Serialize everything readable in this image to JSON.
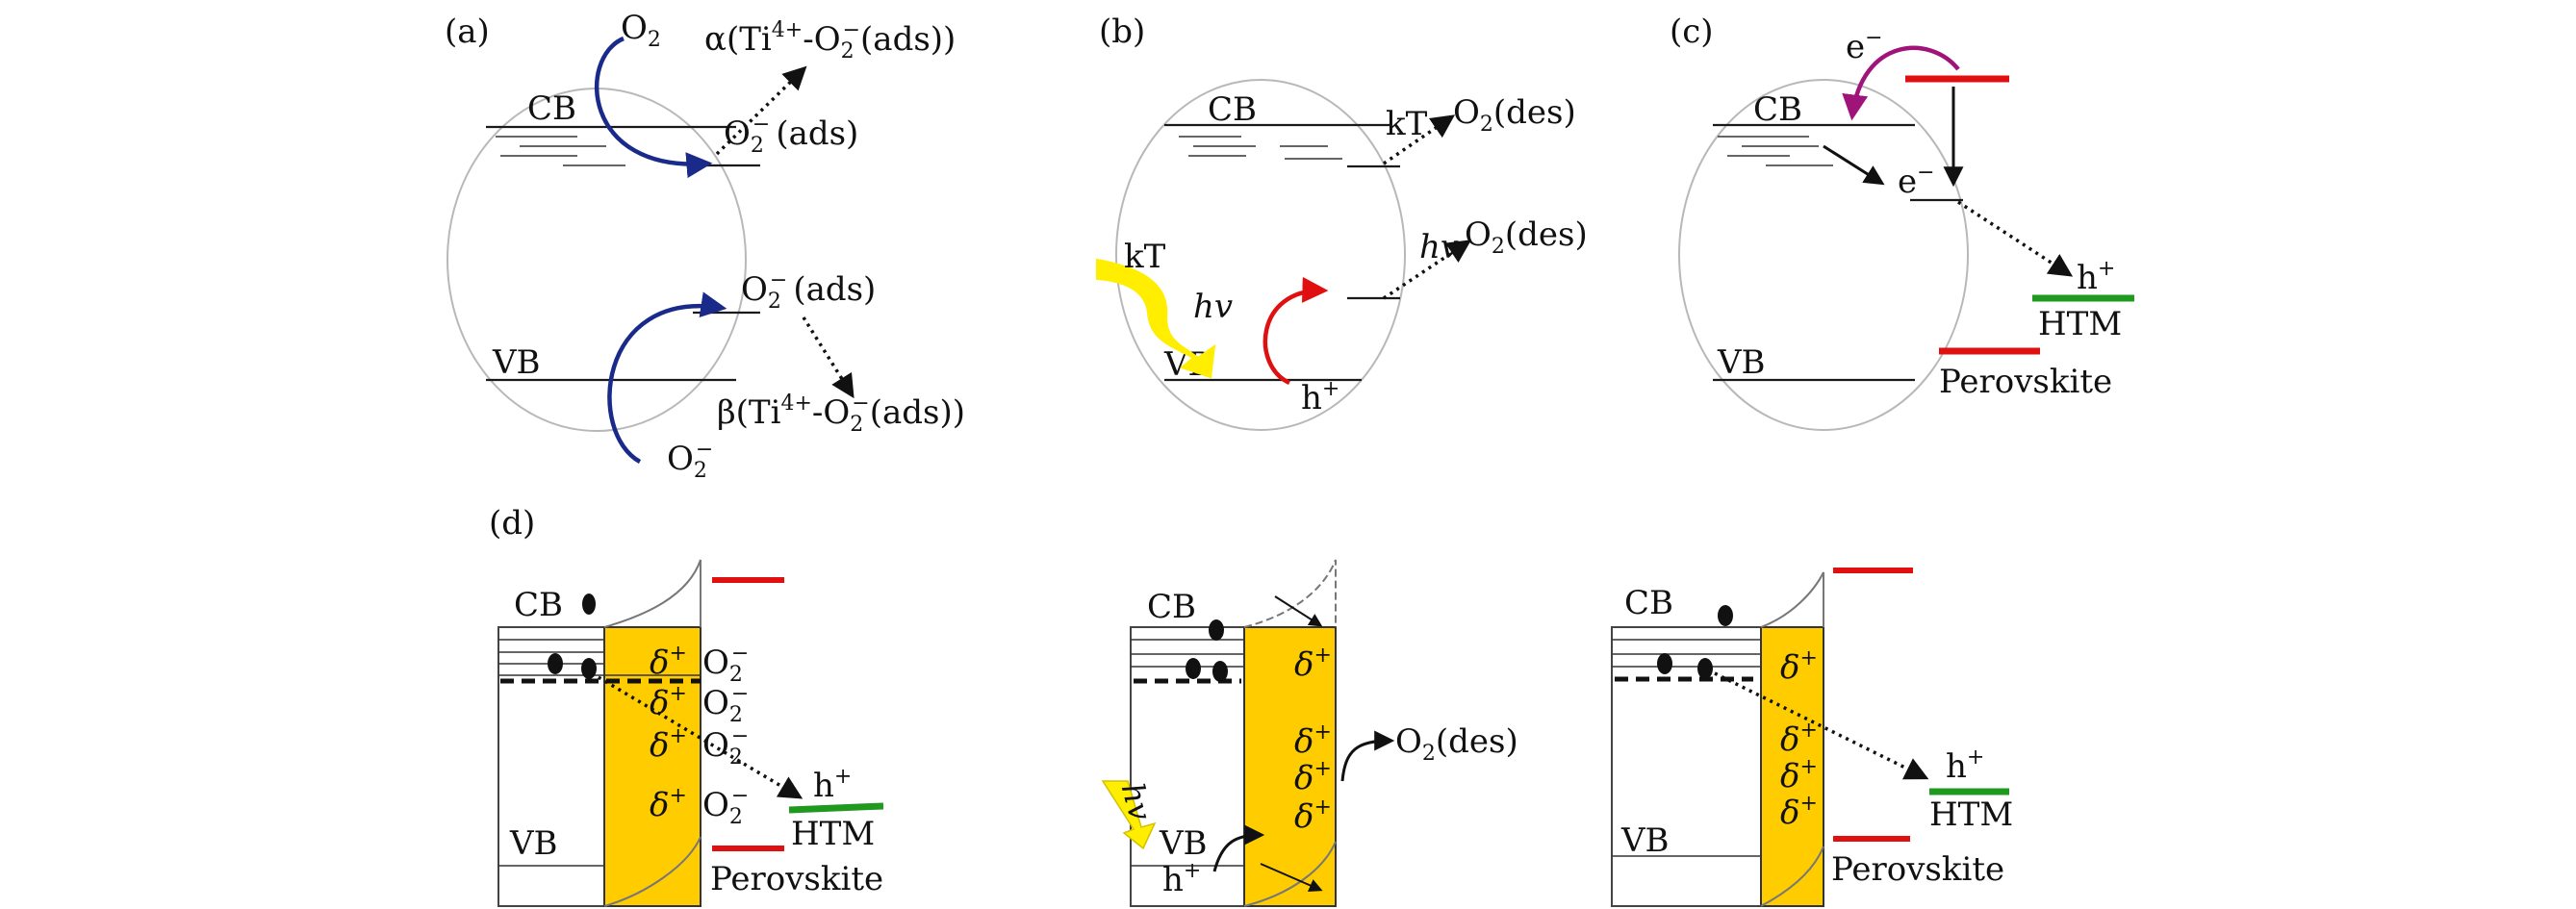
{
  "panels": {
    "a": {
      "tag": "(a)",
      "cb": "CB",
      "vb": "VB",
      "o2_top": "O",
      "o2_top_sub": "2",
      "alpha": "α(Ti",
      "alpha_sup": "4+",
      "alpha_mid": "-O",
      "alpha_sub": "2",
      "alpha_sup2": "−",
      "alpha_end": "(ads))",
      "ads_top": "O",
      "ads_top_sub": "2",
      "ads_top_sup": "−",
      "ads_top_end": "(ads)",
      "ads_bot": "O",
      "ads_bot_sub": "2",
      "ads_bot_sup": "−",
      "ads_bot_end": "(ads)",
      "beta": "β(Ti",
      "beta_sup": "4+",
      "beta_mid": "-O",
      "beta_sub": "2",
      "beta_sup2": "−",
      "beta_end": "(ads))",
      "o2_bot": "O",
      "o2_bot_sub": "2",
      "o2_bot_sup": "−"
    },
    "b": {
      "tag": "(b)",
      "cb": "CB",
      "vb": "VB",
      "kt_right": "kT",
      "o2des_top": "O",
      "o2des_top_sub": "2",
      "o2des_top_end": "(des)",
      "kt_left": "kT",
      "hv_left": "hv",
      "hv_right": "hv",
      "o2des_mid": "O",
      "o2des_mid_sub": "2",
      "o2des_mid_end": "(des)",
      "hole": "h",
      "hole_sup": "+"
    },
    "c": {
      "tag": "(c)",
      "cb": "CB",
      "vb": "VB",
      "e_top": "e",
      "e_top_sup": "−",
      "e_mid": "e",
      "e_mid_sup": "−",
      "hole": "h",
      "hole_sup": "+",
      "htm": "HTM",
      "perovskite": "Perovskite"
    },
    "d": {
      "tag": "(d)",
      "left": {
        "cb": "CB",
        "vb": "VB",
        "delta": "δ",
        "delta_sup": "+",
        "o2": "O",
        "o2_sub": "2",
        "o2_sup": "−",
        "hole": "h",
        "hole_sup": "+",
        "htm": "HTM",
        "perovskite": "Perovskite"
      },
      "middle": {
        "cb": "CB",
        "vb": "VB",
        "delta": "δ",
        "delta_sup": "+",
        "hv": "hv",
        "o2des": "O",
        "o2des_sub": "2",
        "o2des_end": "(des)",
        "hole": "h",
        "hole_sup": "+"
      },
      "right": {
        "cb": "CB",
        "vb": "VB",
        "delta": "δ",
        "delta_sup": "+",
        "hole": "h",
        "hole_sup": "+",
        "htm": "HTM",
        "perovskite": "Perovskite"
      }
    }
  },
  "colors": {
    "navy": "#1a2a8a",
    "red": "#e01010",
    "green": "#1f9a1f",
    "magenta": "#a0147a",
    "gold": "#ffcc00",
    "yellow": "#ffee00"
  }
}
